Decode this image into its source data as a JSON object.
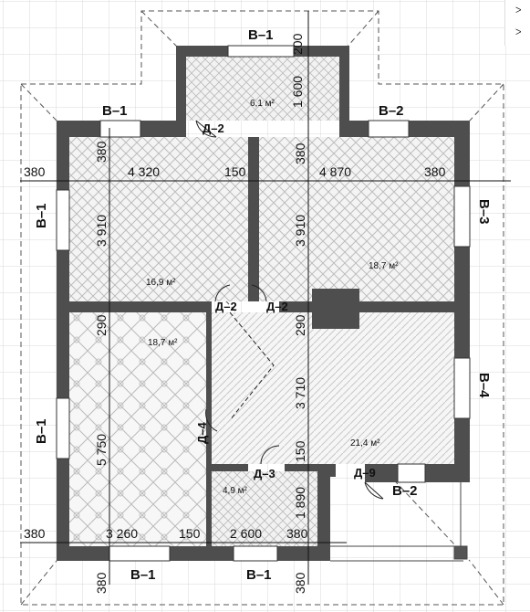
{
  "window_labels": {
    "top_bump": "В–1",
    "top_left": "В–1",
    "top_right": "В–2",
    "left_upper": "В–1",
    "left_lower": "В–1",
    "right_upper": "В–3",
    "right_lower": "В–4",
    "bottom_left": "В–1",
    "bottom_mid": "В–1",
    "notch": "В–2"
  },
  "door_labels": {
    "bump": "Д–2",
    "left_room": "Д–2",
    "right_room": "Д–2",
    "hall_west": "Д–4",
    "bath": "Д–3",
    "exit": "Д–9"
  },
  "dimensions": {
    "d200": "200",
    "d1600": "1 600",
    "d380_tl_v": "380",
    "d380_tl_h": "380",
    "d4320": "4 320",
    "d150_top": "150",
    "d380_mid_v": "380",
    "d4870": "4 870",
    "d380_tr_h": "380",
    "d3910_left": "3 910",
    "d3910_right": "3 910",
    "d290_left": "290",
    "d290_right": "290",
    "d3710": "3 710",
    "d5750": "5 750",
    "d150_mid": "150",
    "d1890": "1 890",
    "d380_bl_h": "380",
    "d3260": "3 260",
    "d150_bot": "150",
    "d2600": "2 600",
    "d380_bot_h": "380",
    "d380_bl_v": "380",
    "d380_br_v": "380"
  },
  "areas": {
    "vestibule": "6,1 м²",
    "room_nw": "16,9 м²",
    "room_ne": "18,7 м²",
    "room_w": "18,7 м²",
    "hall": "21,4 м²",
    "bath": "4,9 м²"
  },
  "sidebar": {
    "marker": "ᐳ"
  }
}
